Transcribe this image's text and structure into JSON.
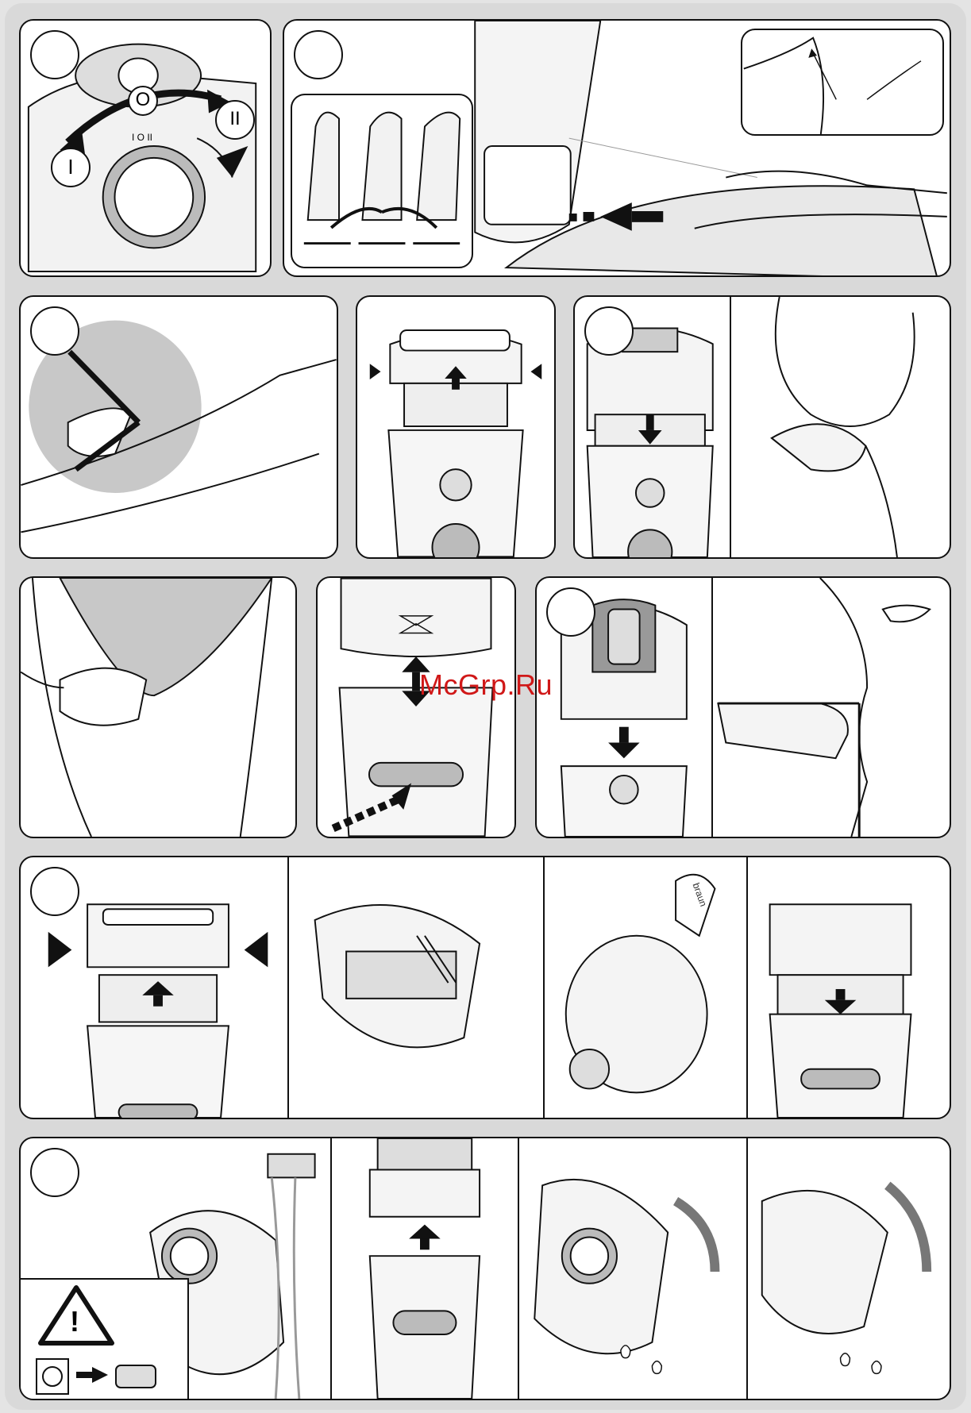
{
  "watermark": {
    "text": "McGrp.Ru",
    "color": "#d01818"
  },
  "switch_labels": {
    "off": "O",
    "low": "I",
    "high": "II",
    "scale": "I O II"
  },
  "brand_text": "braun",
  "warning_symbol": "!",
  "colors": {
    "panel_bg": "#ffffff",
    "page_bg": "#d9d9d9",
    "line": "#111111",
    "fill_gray": "#c8c8c8"
  }
}
